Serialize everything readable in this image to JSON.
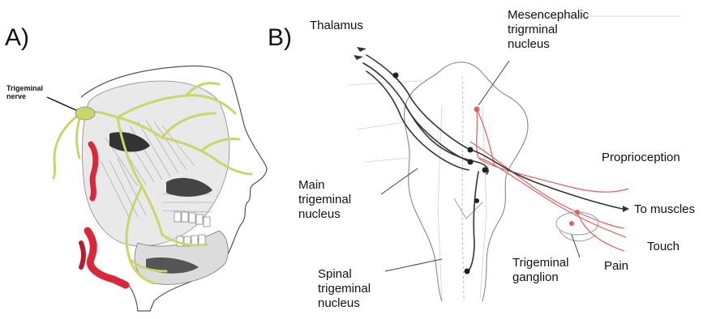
{
  "panels": {
    "a_label": "A)",
    "b_label": "B)"
  },
  "panel_a": {
    "nerve_label_line1": "Trigeminal",
    "nerve_label_line2": "nerve"
  },
  "panel_b": {
    "thalamus": "Thalamus",
    "mesencephalic": [
      "Mesencephalic",
      "trigrminal",
      "nucleus"
    ],
    "main": [
      "Main",
      "trigeminal",
      "nucleus"
    ],
    "spinal": [
      "Spinal",
      "trigeminal",
      "nucleus"
    ],
    "proprioception": "Proprioception",
    "to_muscles": "To muscles",
    "touch": "Touch",
    "pain": "Pain",
    "ganglion": [
      "Trigeminal",
      "ganglion"
    ]
  },
  "colors": {
    "nerve_yellow": "#c9d66a",
    "vessel_red": "#d9283a",
    "sensory_red": "#e06060",
    "motor_dark": "#333333"
  }
}
